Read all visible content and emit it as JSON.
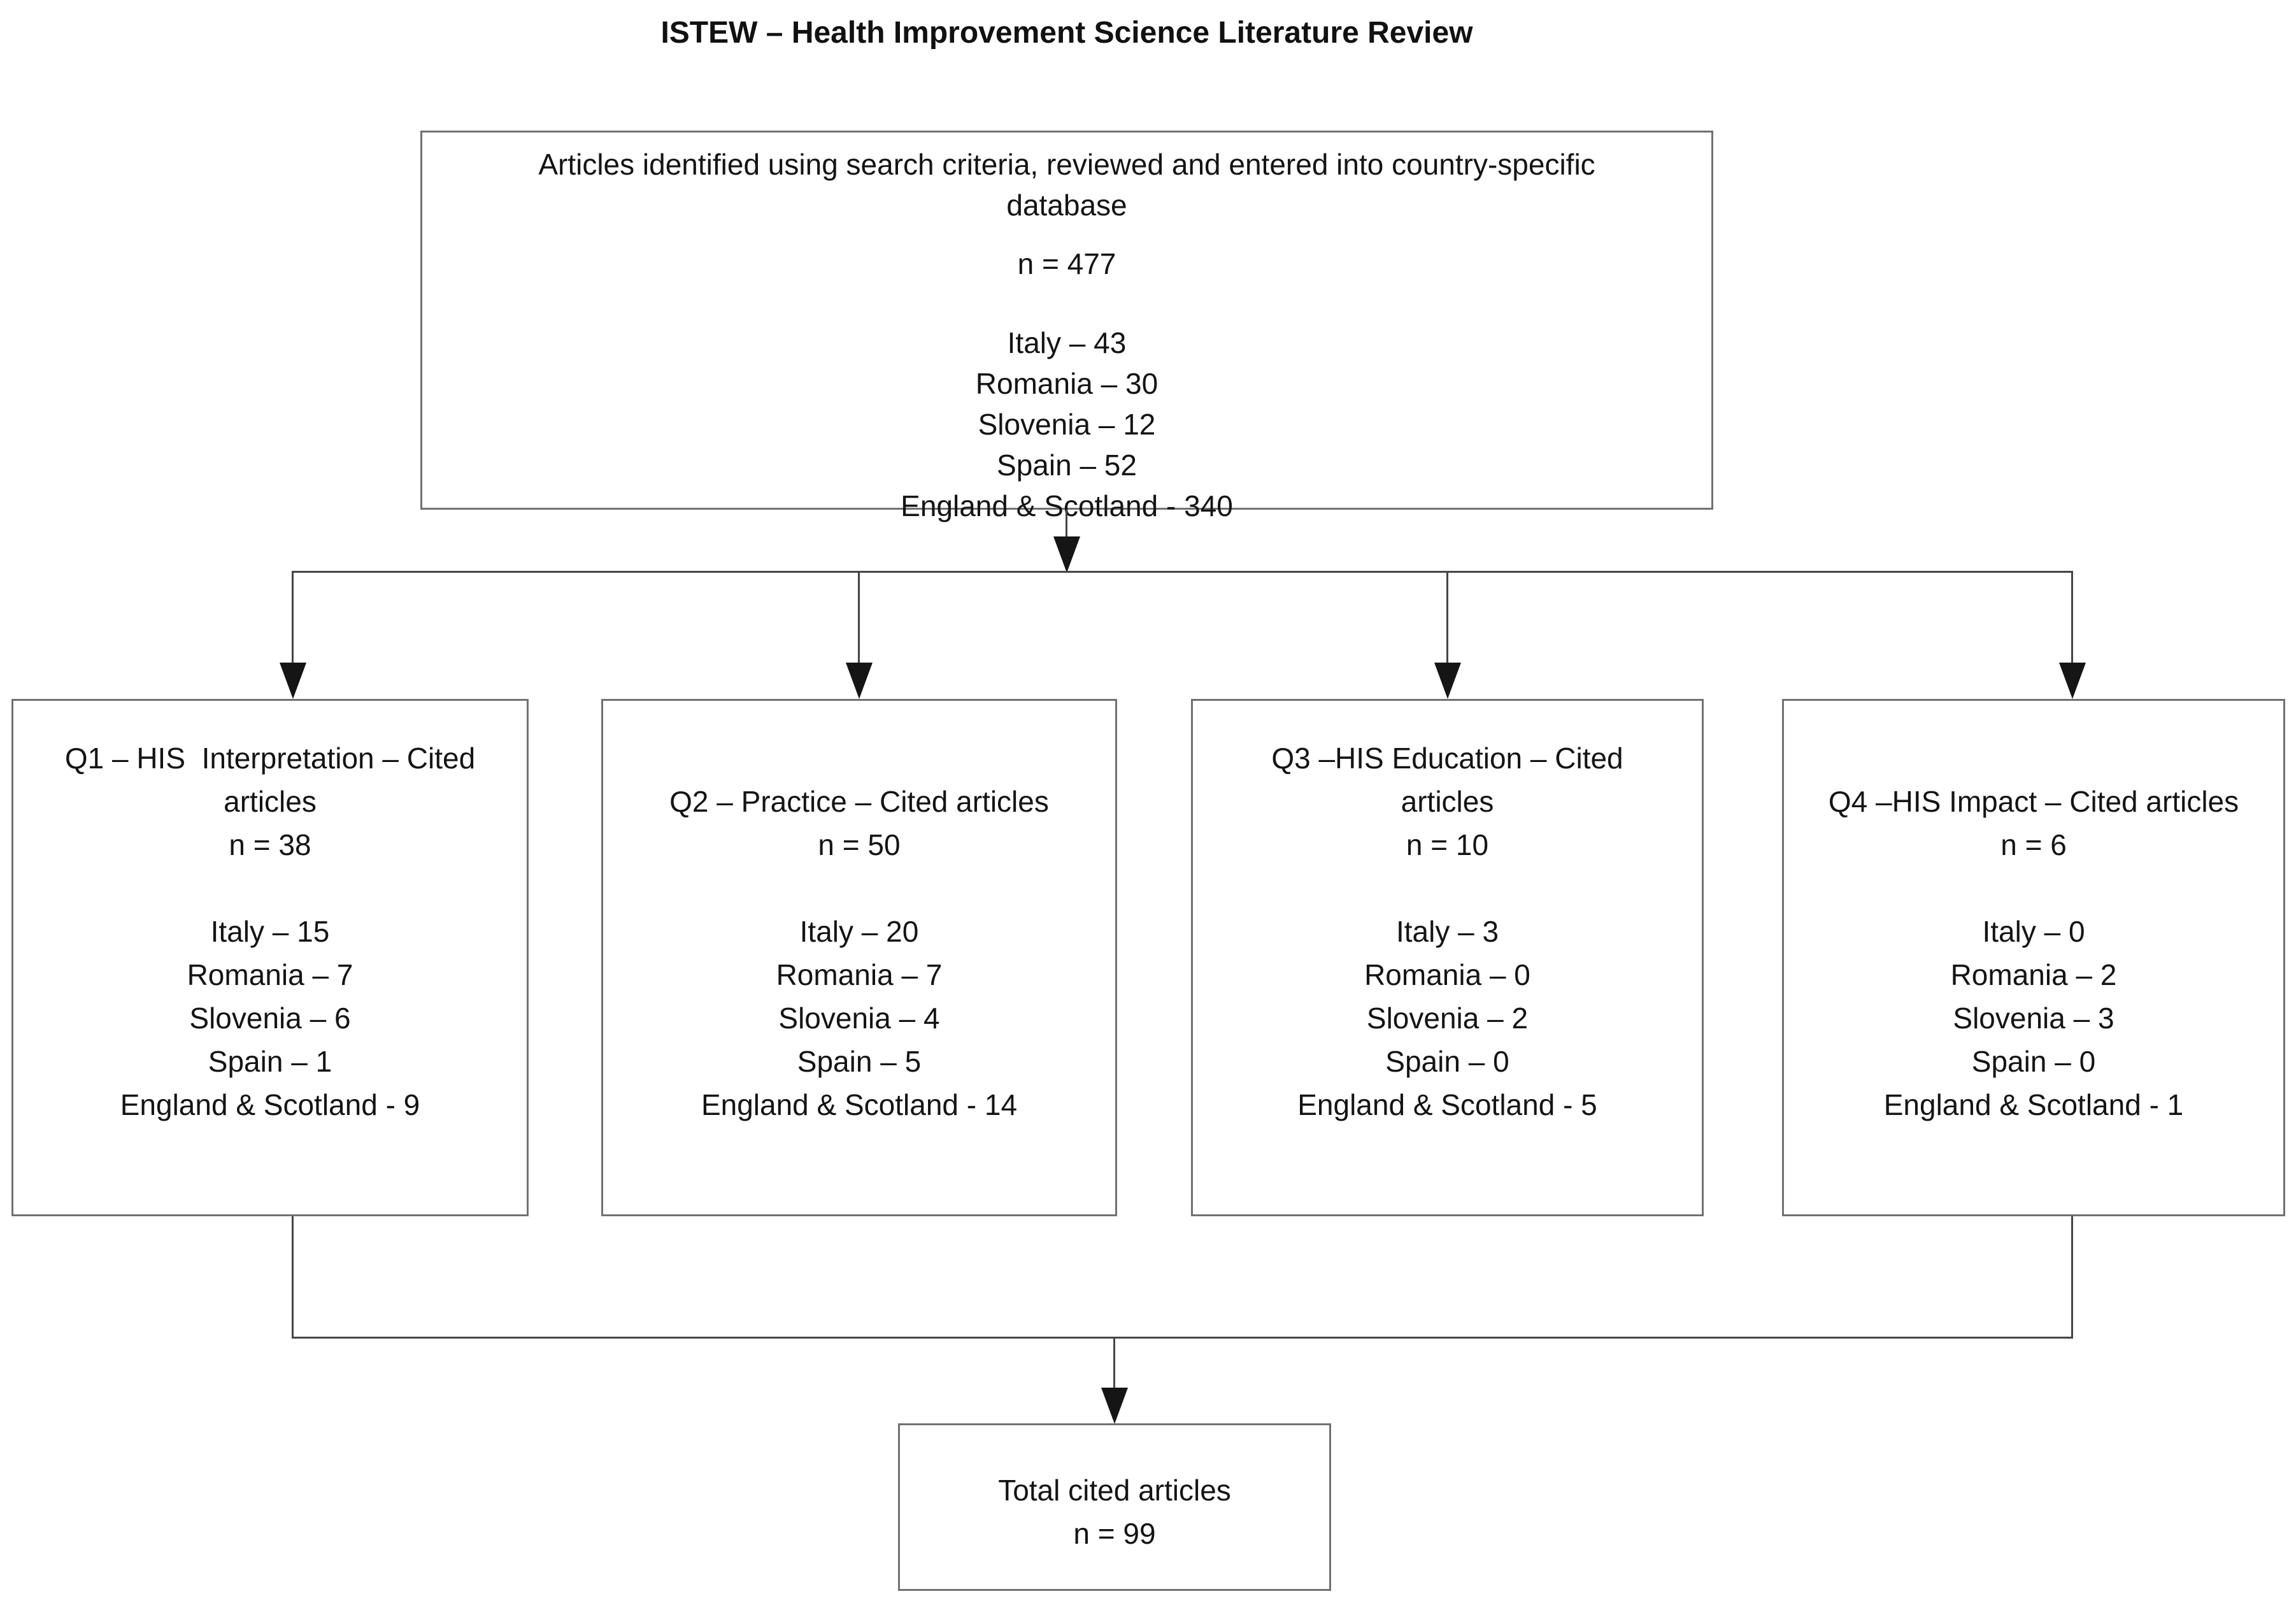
{
  "page_title": "ISTEW – Health Improvement Science Literature Review",
  "colors": {
    "background": "#ffffff",
    "box_border": "#717171",
    "connector_line": "#454545",
    "arrowhead": "#151515",
    "text": "#141414"
  },
  "boxes": {
    "source": {
      "title_lines": [
        "Articles identified using search criteria, reviewed and entered into country-specific",
        "database"
      ],
      "n": "n = 477",
      "countries": [
        "Italy – 43",
        "Romania – 30",
        "Slovenia – 12",
        "Spain – 52",
        "England & Scotland - 340"
      ]
    },
    "q1": {
      "title_lines": [
        "Q1 – HIS  Interpretation – Cited",
        "articles"
      ],
      "n": "n = 38",
      "countries": [
        "Italy – 15",
        "Romania – 7",
        "Slovenia – 6",
        "Spain – 1",
        "England & Scotland - 9"
      ]
    },
    "q2": {
      "title_lines": [
        "Q2 – Practice – Cited articles"
      ],
      "n": "n = 50",
      "countries": [
        "Italy – 20",
        "Romania – 7",
        "Slovenia – 4",
        "Spain – 5",
        "England & Scotland - 14"
      ]
    },
    "q3": {
      "title_lines": [
        "Q3 –HIS Education – Cited",
        "articles"
      ],
      "n": "n = 10",
      "countries": [
        "Italy – 3",
        "Romania – 0",
        "Slovenia – 2",
        "Spain – 0",
        "England & Scotland - 5"
      ]
    },
    "q4": {
      "title_lines": [
        "Q4 –HIS Impact – Cited articles"
      ],
      "n": "n = 6",
      "countries": [
        "Italy – 0",
        "Romania – 2",
        "Slovenia – 3",
        "Spain – 0",
        "England & Scotland - 1"
      ]
    },
    "total": {
      "title_lines": [
        "Total cited articles"
      ],
      "n": "n = 99"
    }
  }
}
